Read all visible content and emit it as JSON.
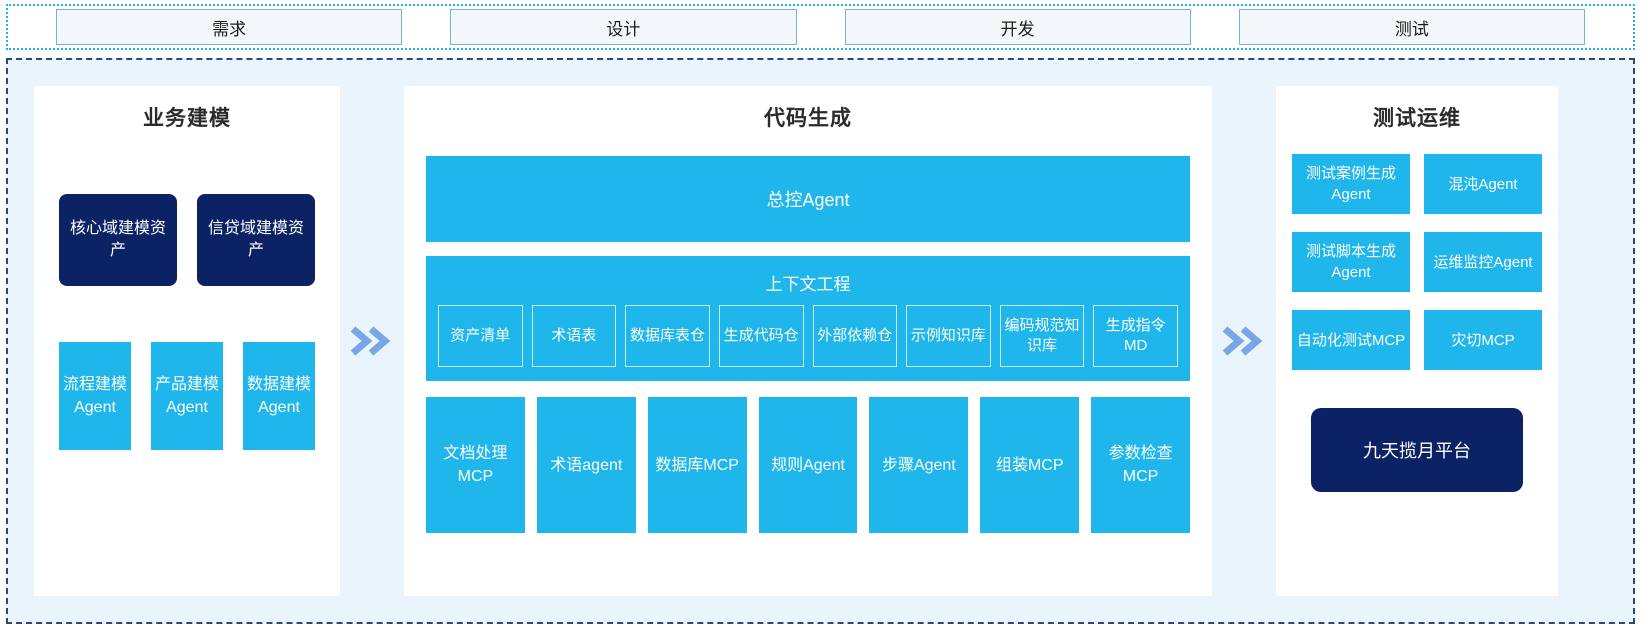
{
  "phases": [
    {
      "label": "需求"
    },
    {
      "label": "设计"
    },
    {
      "label": "开发"
    },
    {
      "label": "测试"
    }
  ],
  "colors": {
    "accent_blue": "#1FB6EB",
    "dark_navy": "#0B2265",
    "page_bg": "#E9F4FC",
    "chevron": "#7AA6E8",
    "frame_border": "#2B4A7A",
    "phase_border": "#21B4E8"
  },
  "left_panel": {
    "title": "业务建模",
    "assets": [
      {
        "label": "核心域建模资产"
      },
      {
        "label": "信贷域建模资产"
      }
    ],
    "agents": [
      {
        "label": "流程建模Agent"
      },
      {
        "label": "产品建模Agent"
      },
      {
        "label": "数据建模Agent"
      }
    ]
  },
  "chevrons": [
    {
      "name": "chevron-left-to-center",
      "glyph": "»"
    },
    {
      "name": "chevron-center-to-right",
      "glyph": "»"
    }
  ],
  "center_panel": {
    "title": "代码生成",
    "master_agent": "总控Agent",
    "context": {
      "title": "上下文工程",
      "items": [
        {
          "label": "资产清单"
        },
        {
          "label": "术语表"
        },
        {
          "label": "数据库表仓"
        },
        {
          "label": "生成代码仓"
        },
        {
          "label": "外部依赖仓"
        },
        {
          "label": "示例知识库"
        },
        {
          "label": "编码规范知识库"
        },
        {
          "label": "生成指令MD"
        }
      ]
    },
    "tools": [
      {
        "label": "文档处理MCP"
      },
      {
        "label": "术语agent"
      },
      {
        "label": "数据库MCP"
      },
      {
        "label": "规则Agent"
      },
      {
        "label": "步骤Agent"
      },
      {
        "label": "组装MCP"
      },
      {
        "label": "参数检查MCP"
      }
    ]
  },
  "right_panel": {
    "title": "测试运维",
    "items": [
      {
        "label": "测试案例生成Agent"
      },
      {
        "label": "混沌Agent"
      },
      {
        "label": "测试脚本生成Agent"
      },
      {
        "label": "运维监控Agent"
      },
      {
        "label": "自动化测试MCP"
      },
      {
        "label": "灾切MCP"
      }
    ],
    "platform": "九天揽月平台"
  }
}
